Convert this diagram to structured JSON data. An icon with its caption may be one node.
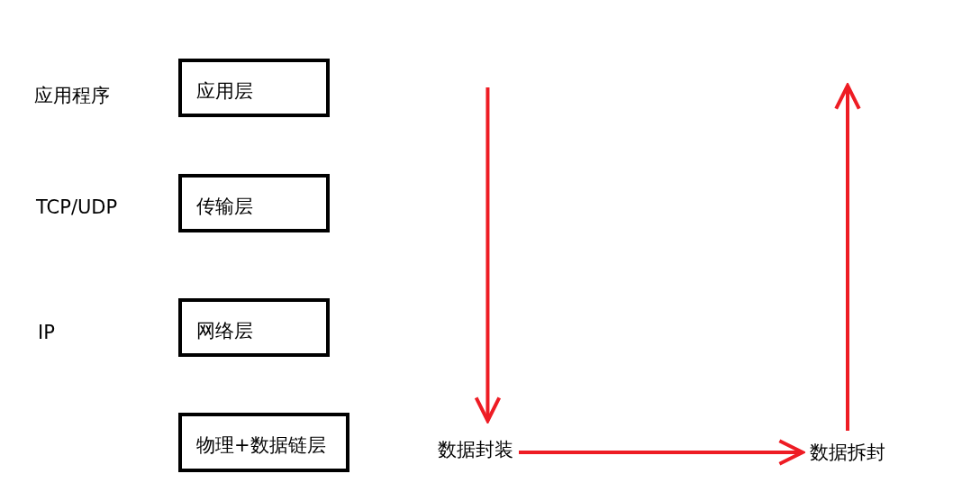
{
  "diagram": {
    "nodes": [
      {
        "text": [
          "应用层"
        ]
      },
      {
        "text": [
          "传输层"
        ]
      },
      {
        "text": [
          "网络层"
        ]
      },
      {
        "text": [
          "物理+数据链层"
        ]
      },
      {
        "text": [
          "数据封装"
        ]
      },
      {
        "text": [
          "数据拆封"
        ]
      }
    ],
    "edges": [
      {
        "from": null,
        "to": 4,
        "arrow": "to"
      },
      {
        "from": 4,
        "to": 5,
        "arrow": "to"
      },
      {
        "from": 5,
        "to": null,
        "arrow": "to"
      }
    ],
    "labels": [
      "应用程序",
      "TCP/UDP",
      "IP"
    ]
  }
}
